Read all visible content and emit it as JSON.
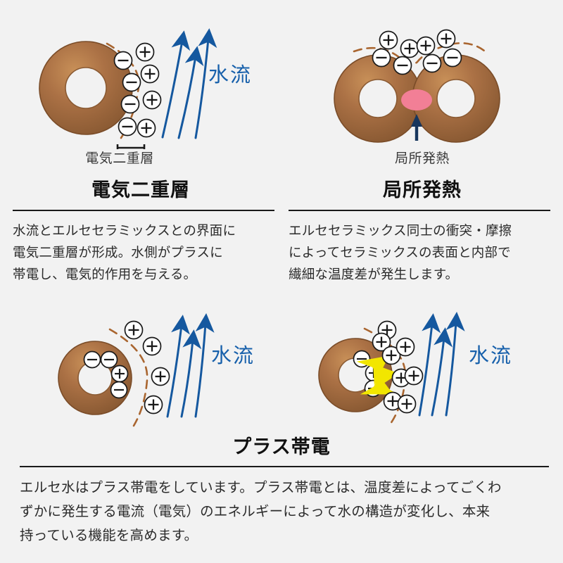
{
  "colors": {
    "background": "#f2f2f2",
    "torus_outer": "#8a5a33",
    "torus_mid": "#a97044",
    "torus_light": "#c08a55",
    "torus_edge": "#7a4c28",
    "flow_blue": "#1760ab",
    "flow_arrow_blue": "#15589f",
    "dashed_brown": "#a9652f",
    "heat_pink": "#f27f96",
    "heat_arrow_navy": "#17365d",
    "energy_yellow": "#f2e600",
    "text_dark": "#111111",
    "text_body": "#2b2b2b",
    "rule": "#1a1a1a"
  },
  "sections": [
    {
      "id": "electric-double-layer",
      "title": "電気二重層",
      "figure_caption": "電気二重層",
      "flow_label": "水流",
      "body": "水流とエルセセラミックスとの界面に\n電気二重層が形成。水側がプラスに\n帯電し、電気的作用を与える。"
    },
    {
      "id": "local-heating",
      "title": "局所発熱",
      "figure_caption": "局所発熱",
      "flow_label": "",
      "body": "エルセセラミックス同士の衝突・摩擦\nによってセラミックスの表面と内部で\n繊細な温度差が発生します。"
    },
    {
      "id": "plus-charging",
      "title": "プラス帯電",
      "figure_caption": "",
      "flow_label": "水流",
      "flow_label_2": "水流",
      "body": "エルセ水はプラス帯電をしています。プラス帯電とは、温度差によってごくわ\nずかに発生する電流（電気）のエネルギーによって水の構造が変化し、本来\n持っている機能を高めます。"
    }
  ],
  "charge_symbols": {
    "plus": "＋",
    "minus": "－"
  }
}
